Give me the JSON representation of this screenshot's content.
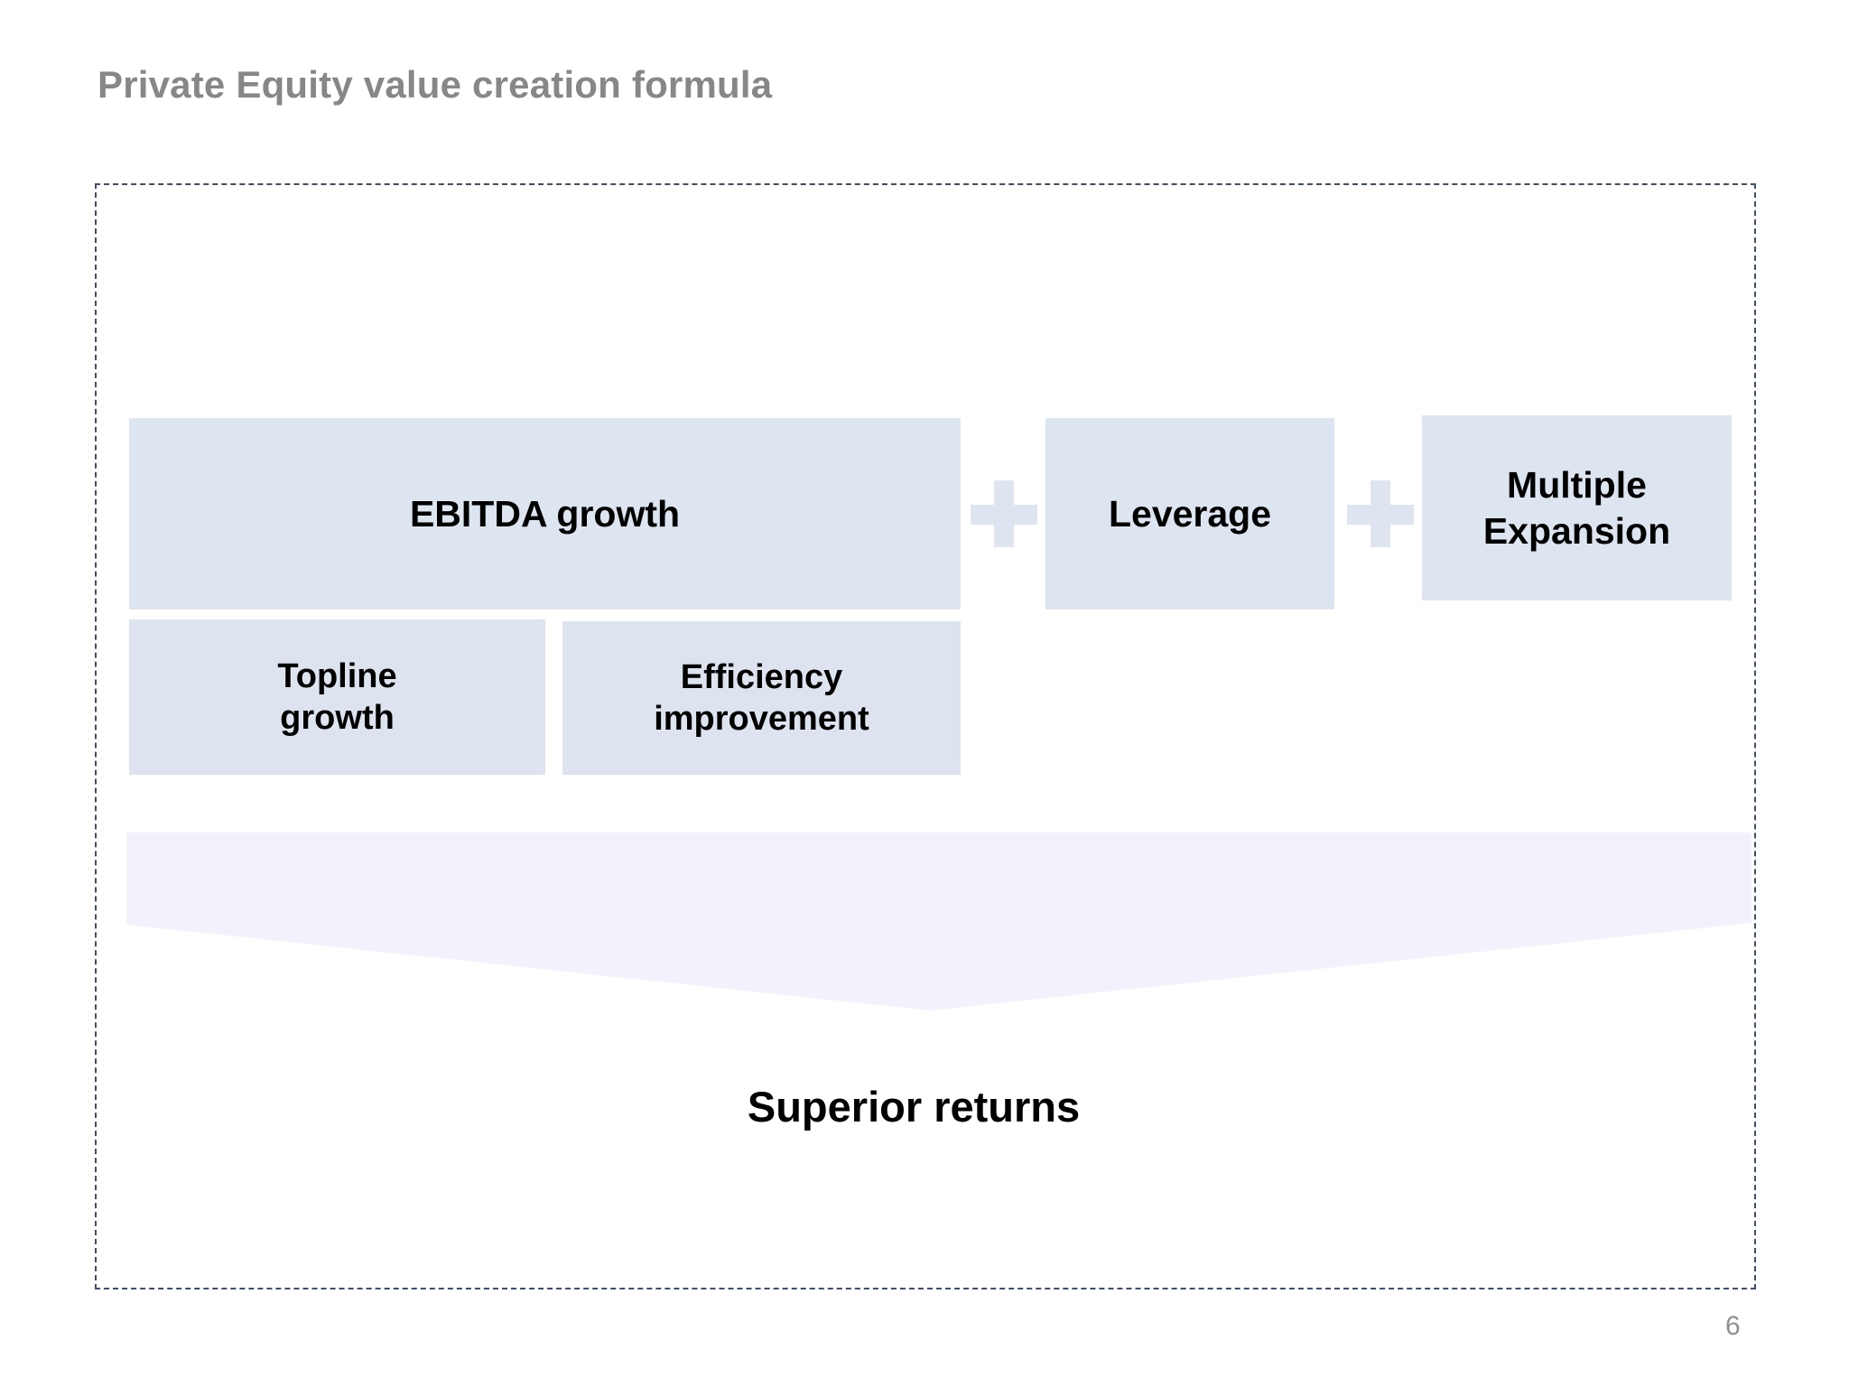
{
  "slide": {
    "title": "Private Equity value creation formula",
    "page_number": "6",
    "background_color": "#ffffff",
    "title_color": "#878787",
    "frame_border_color": "#3d4f6e"
  },
  "diagram": {
    "type": "formula",
    "operator_symbol": "+",
    "tier1": [
      {
        "id": "ebitda",
        "label": "EBITDA  growth",
        "color": "#dde5f0"
      },
      {
        "id": "leverage",
        "label": "Leverage",
        "color": "#dde5f0"
      },
      {
        "id": "multiple",
        "label": "Multiple\nExpansion",
        "color": "#dde5f0"
      }
    ],
    "tier2": [
      {
        "id": "topline",
        "label": "Topline\ngrowth",
        "color": "#dee3f0"
      },
      {
        "id": "efficiency",
        "label": "Efficiency\nimprovement",
        "color": "#dee3f0"
      }
    ],
    "operators": [
      {
        "id": "plus-1",
        "symbol": "+",
        "color": "#dfe4f1"
      },
      {
        "id": "plus-2",
        "symbol": "+",
        "color": "#dfe4f1"
      }
    ],
    "outcome": {
      "label": "Superior returns",
      "funnel_color": "#f1f2fb"
    }
  }
}
